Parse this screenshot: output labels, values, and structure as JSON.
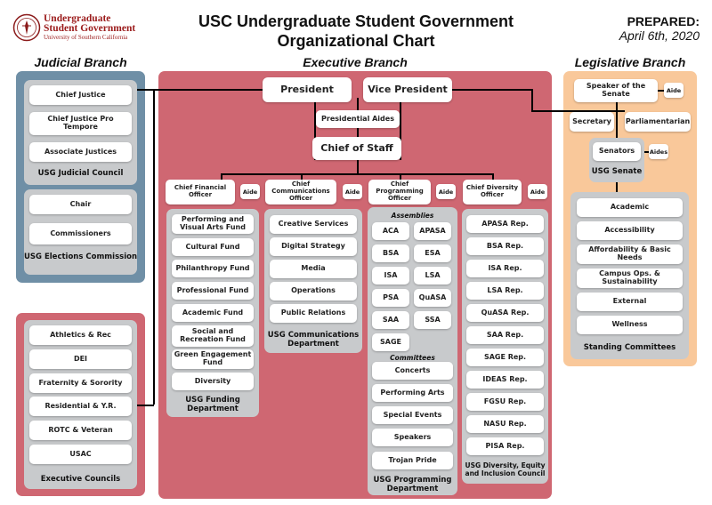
{
  "header": {
    "logo_line1": "Undergraduate",
    "logo_line2": "Student Government",
    "logo_line3": "University of Southern California",
    "title_line1": "USC Undergraduate Student Government",
    "title_line2": "Organizational Chart",
    "prepared_label": "PREPARED:",
    "prepared_date": "April 6th, 2020"
  },
  "colors": {
    "judicial": "#6f8fa6",
    "executive": "#cf6772",
    "legislative": "#f9c89a",
    "panel_gray": "#c8cacc"
  },
  "judicial": {
    "branch_title": "Judicial Branch",
    "council": {
      "items": [
        "Chief Justice",
        "Chief Justice Pro Tempore",
        "Associate Justices"
      ],
      "title": "USG Judicial Council"
    },
    "elections": {
      "items": [
        "Chair",
        "Commissioners"
      ],
      "title": "USG Elections Commission"
    }
  },
  "exec_councils": {
    "items": [
      "Athletics & Rec",
      "DEI",
      "Fraternity & Sorority",
      "Residential & Y.R.",
      "ROTC & Veteran",
      "USAC"
    ],
    "title": "Executive Councils"
  },
  "executive": {
    "branch_title": "Executive Branch",
    "president": "President",
    "vice_president": "Vice President",
    "presidential_aides": "Presidential Aides",
    "chief_of_staff": "Chief of Staff",
    "aide": "Aide",
    "officers": [
      "Chief Financial Officer",
      "Chief Communications Officer",
      "Chief Programming Officer",
      "Chief Diversity Officer"
    ],
    "funding": {
      "items": [
        "Performing and Visual Arts Fund",
        "Cultural Fund",
        "Philanthropy Fund",
        "Professional Fund",
        "Academic Fund",
        "Social and Recreation Fund",
        "Green Engagement Fund",
        "Diversity"
      ],
      "title": "USG Funding Department"
    },
    "communications": {
      "items": [
        "Creative Services",
        "Digital Strategy",
        "Media",
        "Operations",
        "Public Relations"
      ],
      "title": "USG Communications Department"
    },
    "programming": {
      "assemblies_label": "Assemblies",
      "assemblies": [
        "ACA",
        "APASA",
        "BSA",
        "ESA",
        "ISA",
        "LSA",
        "PSA",
        "QuASA",
        "SAA",
        "SSA",
        "SAGE"
      ],
      "committees_label": "Committees",
      "committees": [
        "Concerts",
        "Performing Arts",
        "Special Events",
        "Speakers",
        "Trojan Pride"
      ],
      "title": "USG Programming Department"
    },
    "diversity": {
      "items": [
        "APASA Rep.",
        "BSA Rep.",
        "ISA Rep.",
        "LSA Rep.",
        "QuASA Rep.",
        "SAA Rep.",
        "SAGE Rep.",
        "IDEAS Rep.",
        "FGSU Rep.",
        "NASU Rep.",
        "PISA Rep."
      ],
      "title": "USG Diversity, Equity and Inclusion Council"
    }
  },
  "legislative": {
    "branch_title": "Legislative Branch",
    "speaker": "Speaker of the Senate",
    "aide": "Aide",
    "secretary": "Secretary",
    "parliamentarian": "Parliamentarian",
    "senators": "Senators",
    "aides": "Aides",
    "senate_title": "USG Senate",
    "committees": {
      "items": [
        "Academic",
        "Accessibility",
        "Affordability & Basic Needs",
        "Campus Ops. & Sustainability",
        "External",
        "Wellness"
      ],
      "title": "Standing Committees"
    }
  }
}
